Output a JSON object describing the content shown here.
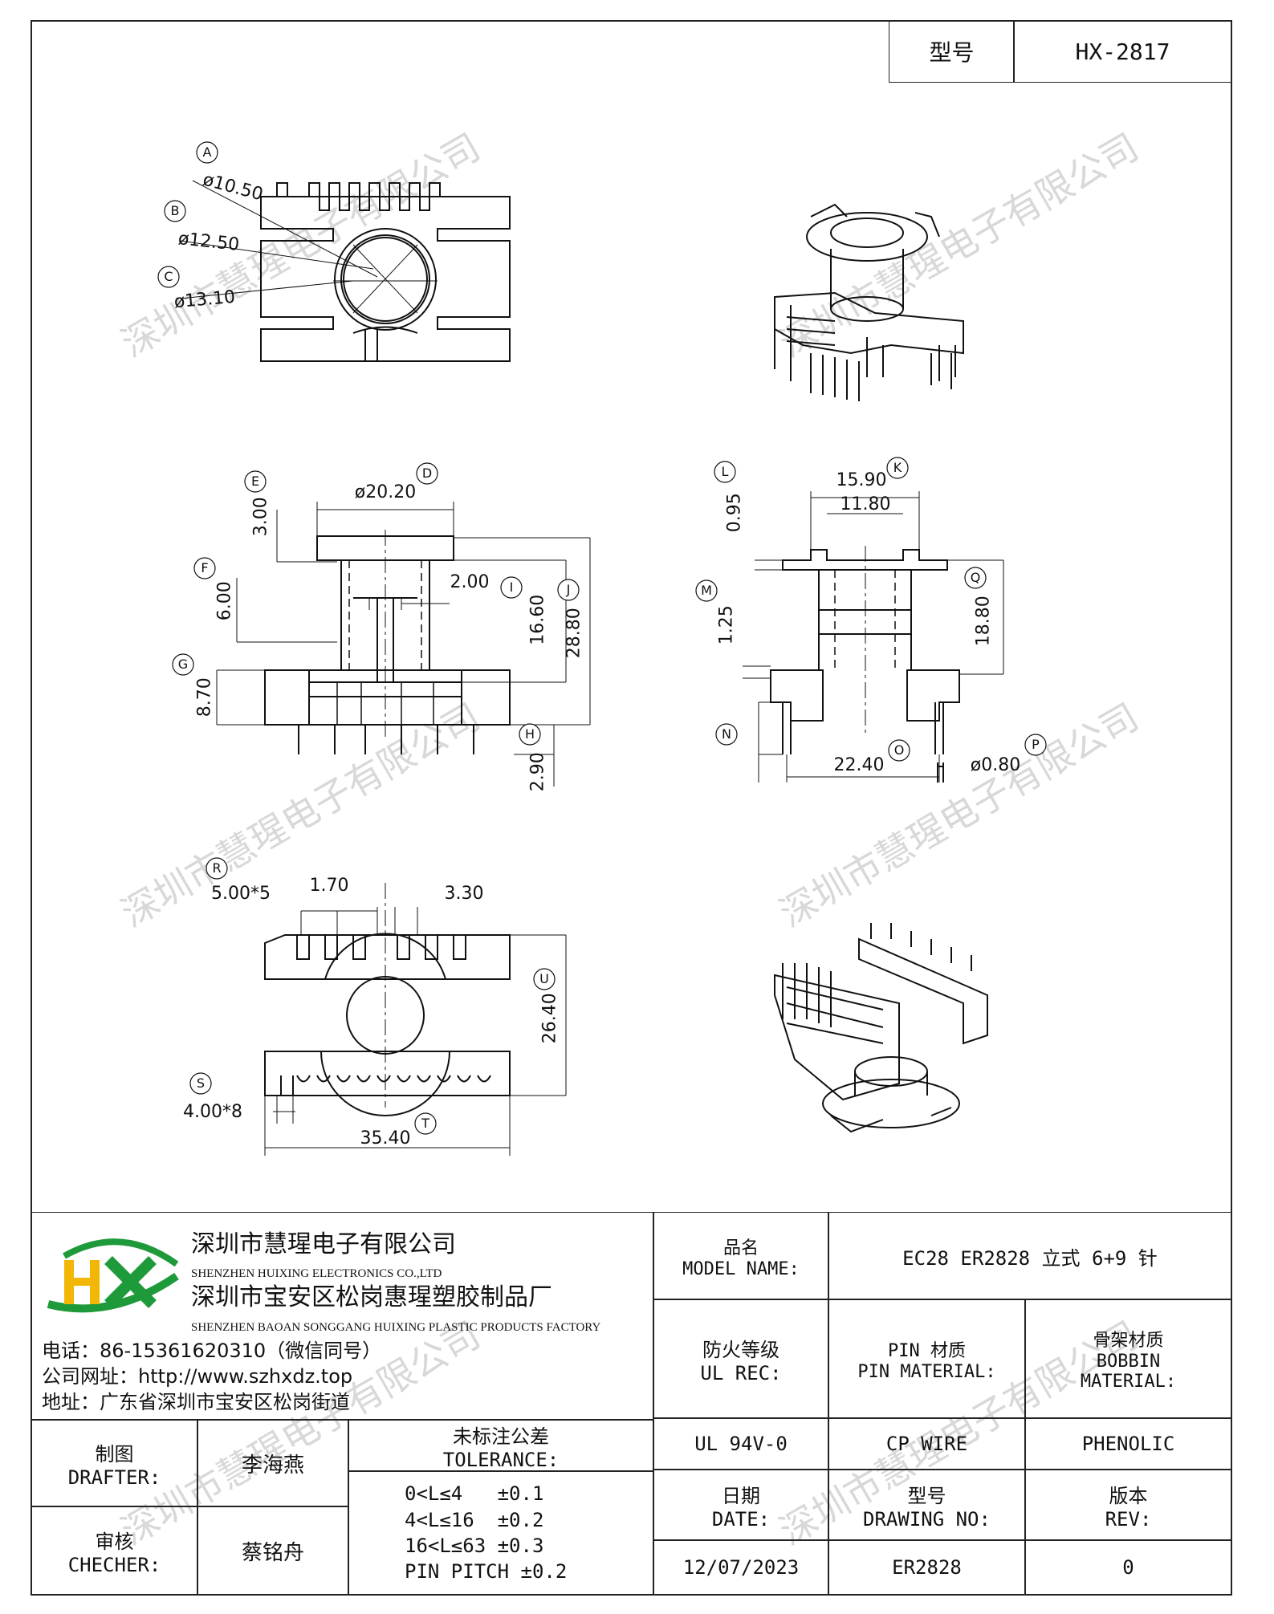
{
  "header": {
    "model_label": "型号",
    "model_value": "HX-2817"
  },
  "watermark": "深圳市慧瑆电子有限公司",
  "dims": {
    "A": "A",
    "A_val": "ø10.50",
    "B": "B",
    "B_val": "ø12.50",
    "C": "C",
    "C_val": "ø13.10",
    "D": "D",
    "D_val": "ø20.20",
    "E": "E",
    "E_val": "3.00",
    "F": "F",
    "F_val": "6.00",
    "G": "G",
    "G_val": "8.70",
    "H": "H",
    "H_val": "2.90",
    "I": "I",
    "I_val": "2.00",
    "J": "J",
    "J_val": "28.80",
    "I2_val": "16.60",
    "K": "K",
    "K_val": "15.90",
    "K2_val": "11.80",
    "L": "L",
    "L_val": "0.95",
    "M": "M",
    "M_val": "1.25",
    "N": "N",
    "O": "O",
    "O_val": "22.40",
    "P": "P",
    "P_val": "ø0.80",
    "Q": "Q",
    "Q_val": "18.80",
    "R": "R",
    "R_val": "5.00*5",
    "R2_val": "1.70",
    "R3_val": "3.30",
    "S": "S",
    "S_val": "4.00*8",
    "T": "T",
    "T_val": "35.40",
    "U": "U",
    "U_val": "26.40"
  },
  "company": {
    "name_cn": "深圳市慧瑆电子有限公司",
    "name_en": "SHENZHEN HUIXING ELECTRONICS CO.,LTD",
    "factory_cn": "深圳市宝安区松岗惠瑆塑胶制品厂",
    "factory_en": "SHENZHEN BAOAN SONGGANG HUIXING PLASTIC PRODUCTS FACTORY",
    "phone": "电话：86-15361620310（微信同号）",
    "website": "公司网址：http://www.szhxdz.top",
    "address": "地址：广东省深圳市宝安区松岗街道",
    "logo_text": "HX"
  },
  "table": {
    "model_name_cn": "品名",
    "model_name_en": "MODEL NAME:",
    "model_name_value": "EC28 ER2828 立式 6+9 针",
    "ul_cn": "防火等级",
    "ul_en": "UL REC:",
    "pin_cn": "PIN 材质",
    "pin_en": "PIN MATERIAL:",
    "bobbin_cn": "骨架材质",
    "bobbin_en1": "BOBBIN",
    "bobbin_en2": "MATERIAL:",
    "ul_value": "UL 94V-0",
    "pin_value": "CP WIRE",
    "bobbin_value": "PHENOLIC",
    "drafter_cn": "制图",
    "drafter_en": "DRAFTER:",
    "drafter_name": "李海燕",
    "checker_cn": "审核",
    "checker_en": "CHECHER:",
    "checker_name": "蔡铭舟",
    "tol_cn": "未标注公差",
    "tol_en": "TOLERANCE:",
    "tol_lines": [
      "0<L≤4   ±0.1",
      "4<L≤16  ±0.2",
      "16<L≤63 ±0.3",
      "PIN PITCH ±0.2"
    ],
    "date_cn": "日期",
    "date_en": "DATE:",
    "date_value": "12/07/2023",
    "drawing_cn": "型号",
    "drawing_en": "DRAWING NO:",
    "drawing_value": "ER2828",
    "rev_cn": "版本",
    "rev_en": "REV:",
    "rev_value": "0"
  }
}
